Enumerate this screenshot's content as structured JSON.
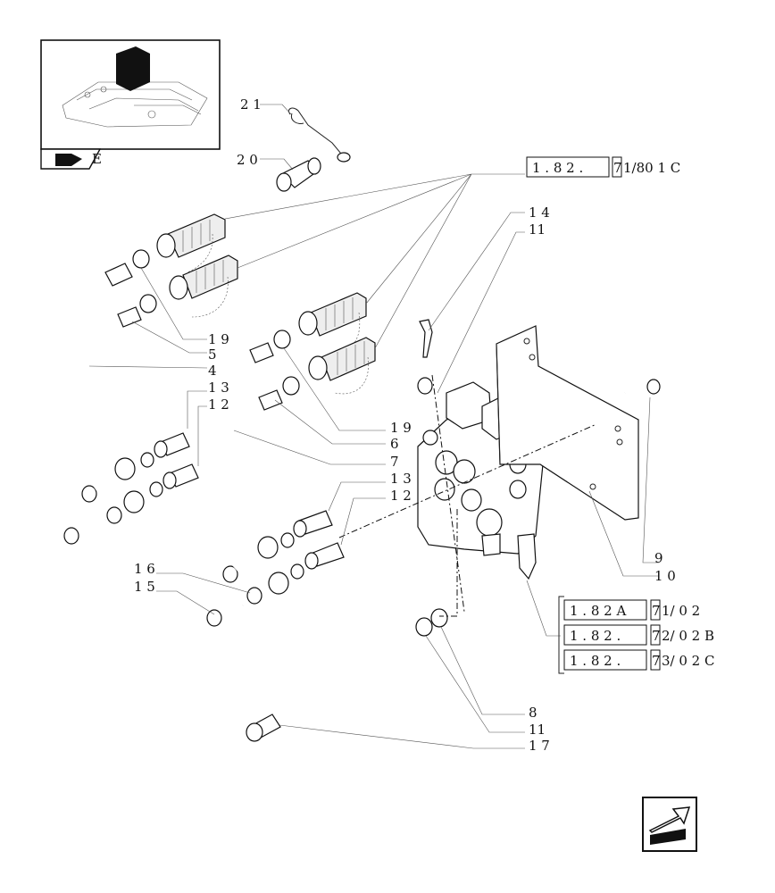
{
  "callouts": {
    "c21": "2 1",
    "c20": "2 0",
    "c14": "1 4",
    "c11a": "11",
    "c19a": "1 9",
    "c5": "5",
    "c4": "4",
    "c13a": "1 3",
    "c12a": "1 2",
    "c19b": "1 9",
    "c6": "6",
    "c7": "7",
    "c13b": "1 3",
    "c12b": "1 2",
    "c16": "1 6",
    "c15": "1 5",
    "c9": "9",
    "c10": "1 0",
    "c8": "8",
    "c11b": "11",
    "c17": "1 7"
  },
  "references": {
    "top": {
      "box": "1 . 8 2 .",
      "num": "7",
      "rest": "1/80 1 C"
    },
    "group": [
      {
        "box": "1 . 8 2 A",
        "num": "7",
        "rest": "1/ 0 2"
      },
      {
        "box": "1 . 8 2 .",
        "num": "7",
        "rest": "2/ 0 2 B"
      },
      {
        "box": "1 . 8 2 .",
        "num": "7",
        "rest": "3/ 0 2 C"
      }
    ]
  },
  "thumbnail": {
    "label": "E"
  },
  "icons": {
    "nav_arrow": "arrow-icon",
    "book": "book-icon"
  }
}
